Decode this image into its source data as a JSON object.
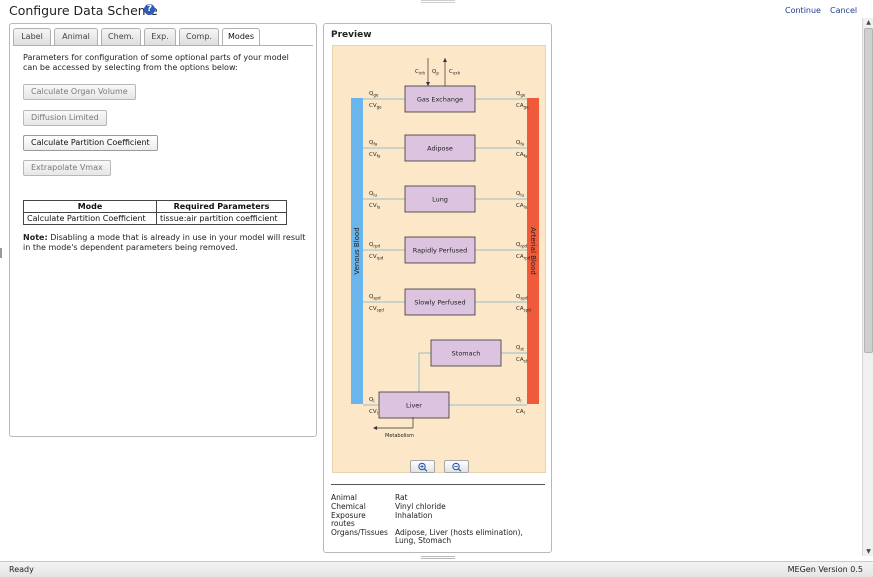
{
  "header": {
    "title": "Configure Data Scheme",
    "continue_label": "Continue",
    "cancel_label": "Cancel"
  },
  "tabs": [
    {
      "label": "Label",
      "active": false
    },
    {
      "label": "Animal",
      "active": false
    },
    {
      "label": "Chem.",
      "active": false
    },
    {
      "label": "Exp.",
      "active": false
    },
    {
      "label": "Comp.",
      "active": false
    },
    {
      "label": "Modes",
      "active": true
    }
  ],
  "modes_panel": {
    "intro": "Parameters for configuration of some optional parts of your model can be accessed by selecting from the options below:",
    "buttons": [
      {
        "label": "Calculate Organ Volume",
        "enabled": false
      },
      {
        "label": "Diffusion Limited",
        "enabled": false
      },
      {
        "label": "Calculate Partition Coefficient",
        "enabled": true
      },
      {
        "label": "Extrapolate Vmax",
        "enabled": false
      }
    ],
    "table": {
      "headers": [
        "Mode",
        "Required Parameters"
      ],
      "rows": [
        [
          "Calculate Partition Coefficient",
          "tissue:air partition coefficient"
        ]
      ]
    },
    "note_label": "Note:",
    "note_text": "Disabling a mode that is already in use in your model will result in the mode's dependent parameters being removed."
  },
  "preview": {
    "title": "Preview",
    "diagram": {
      "venous_label": "Venous Blood",
      "arterial_label": "Arterial Blood",
      "top_labels": {
        "cinh": "C",
        "cinh_sub": "inh",
        "qp": "Q",
        "qp_sub": "p",
        "cexh": "C",
        "cexh_sub": "exh"
      },
      "metabolism_label": "Metabolism",
      "compartments": [
        {
          "name": "Gas Exchange",
          "q": "Q",
          "q_sub": "ge",
          "cv": "CV",
          "cv_sub": "ge",
          "qr": "Q",
          "qr_sub": "ge",
          "ca": "CA",
          "ca_sub": "ge"
        },
        {
          "name": "Adipose",
          "q": "Q",
          "q_sub": "fa",
          "cv": "CV",
          "cv_sub": "fa",
          "qr": "Q",
          "qr_sub": "fa",
          "ca": "CA",
          "ca_sub": "fa"
        },
        {
          "name": "Lung",
          "q": "Q",
          "q_sub": "lu",
          "cv": "CV",
          "cv_sub": "lu",
          "qr": "Q",
          "qr_sub": "lu",
          "ca": "CA",
          "ca_sub": "lu"
        },
        {
          "name": "Rapidly Perfused",
          "q": "Q",
          "q_sub": "rpd",
          "cv": "CV",
          "cv_sub": "rpd",
          "qr": "Q",
          "qr_sub": "rpd",
          "ca": "CA",
          "ca_sub": "rpd"
        },
        {
          "name": "Slowly Perfused",
          "q": "Q",
          "q_sub": "spd",
          "cv": "CV",
          "cv_sub": "spd",
          "qr": "Q",
          "qr_sub": "spd",
          "ca": "CA",
          "ca_sub": "spd"
        },
        {
          "name": "Stomach",
          "q": "",
          "q_sub": "",
          "cv": "",
          "cv_sub": "",
          "qr": "Q",
          "qr_sub": "st",
          "ca": "CA",
          "ca_sub": "st"
        },
        {
          "name": "Liver",
          "q": "Q",
          "q_sub": "l",
          "cv": "CV",
          "cv_sub": "l",
          "qr": "Q",
          "qr_sub": "l",
          "ca": "CA",
          "ca_sub": "l"
        }
      ],
      "colors": {
        "background": "#fce8c8",
        "venous": "#6ab6ec",
        "arterial": "#ef5b3a",
        "box": "#dcc4e0"
      }
    },
    "info": [
      {
        "key": "Animal",
        "value": "Rat"
      },
      {
        "key": "Chemical",
        "value": "Vinyl chloride"
      },
      {
        "key": "Exposure routes",
        "value": "Inhalation"
      },
      {
        "key": "Organs/Tissues",
        "value": "Adipose, Liver (hosts elimination), Lung, Stomach"
      }
    ]
  },
  "status": {
    "left": "Ready",
    "right": "MEGen Version 0.5"
  }
}
